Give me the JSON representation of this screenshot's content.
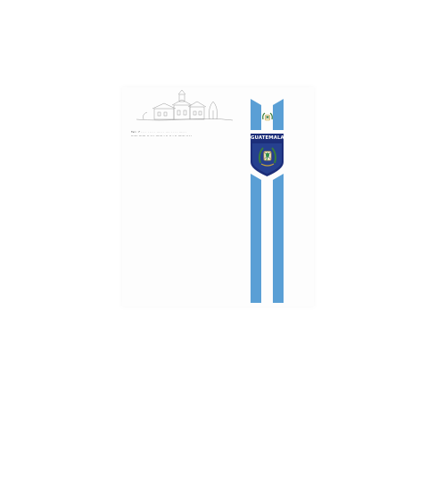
{
  "document": {
    "contact_line_1": "Tel.: 7 ··· · · ··· · ·····   · ···· · ·· · ····· ·",
    "contact_line_2": "······ ······ ··  ··  ·   ······ · ··  ·· ·  ·· ······  ··  ··",
    "country_label": "GUATEMALA"
  },
  "colors": {
    "flag_blue": "#5a9fd5",
    "shield_navy": "#1c2e7a",
    "emblem_gold": "#c7a53a",
    "emblem_green": "#3a7d3a"
  },
  "icons": {
    "header_sketch": "building-sketch",
    "flag_emblem": "coat-of-arms-icon",
    "shield_emblem": "quetzal-emblem-icon"
  }
}
